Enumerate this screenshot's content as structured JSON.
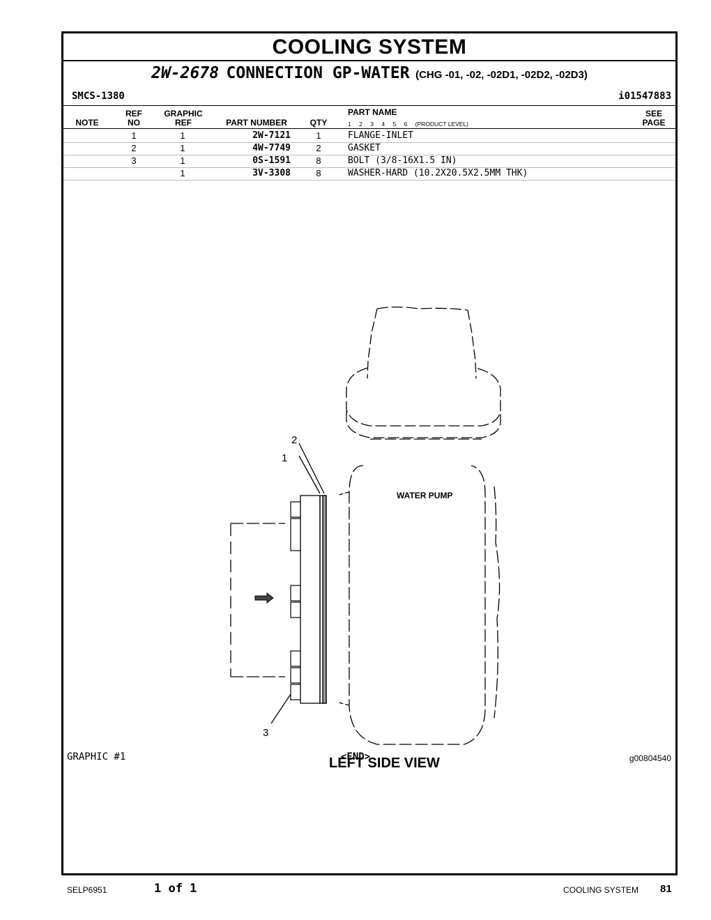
{
  "header": {
    "title": "COOLING SYSTEM",
    "group_number": "2W-2678",
    "group_name": "CONNECTION GP-WATER",
    "change_levels": "(CHG -01, -02, -02D1, -02D2, -02D3)",
    "smcs": "SMCS-1380",
    "identifier": "i01547883"
  },
  "columns": {
    "note": "NOTE",
    "ref_top": "REF",
    "ref_bottom": "NO",
    "graphic_top": "GRAPHIC",
    "graphic_bottom": "REF",
    "part_number": "PART NUMBER",
    "qty": "QTY",
    "part_name": "PART NAME",
    "levels": [
      "1",
      "2",
      "3",
      "4",
      "5",
      "6"
    ],
    "product_level": "(PRODUCT LEVEL)",
    "see_top": "SEE",
    "see_bottom": "PAGE"
  },
  "parts": [
    {
      "ref": "1",
      "graphic_ref": "1",
      "part_number": "2W-7121",
      "qty": "1",
      "name": "FLANGE-INLET"
    },
    {
      "ref": "2",
      "graphic_ref": "1",
      "part_number": "4W-7749",
      "qty": "2",
      "name": "GASKET"
    },
    {
      "ref": "3",
      "graphic_ref": "1",
      "part_number": "0S-1591",
      "qty": "8",
      "name": "BOLT (3/8-16X1.5 IN)"
    },
    {
      "ref": "",
      "graphic_ref": "1",
      "part_number": "3V-3308",
      "qty": "8",
      "name": "WASHER-HARD (10.2X20.5X2.5MM THK)"
    }
  ],
  "drawing": {
    "label_water_pump": "WATER PUMP",
    "view_label": "LEFT SIDE VIEW",
    "callout_1": "1",
    "callout_2": "2",
    "callout_3": "3"
  },
  "graphic": {
    "label": "GRAPHIC #1",
    "end": "<END>",
    "id": "g00804540"
  },
  "footer": {
    "doc_id": "SELP6951",
    "page_of": "1 of 1",
    "section": "COOLING SYSTEM",
    "page_number": "81"
  }
}
